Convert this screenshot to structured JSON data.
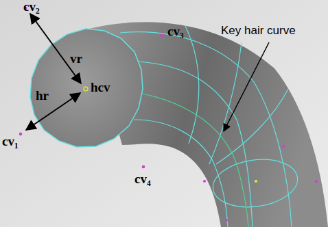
{
  "diagram": {
    "labels": [
      "cv₂",
      "vr",
      "hr",
      "hcv",
      "cv₃",
      "Key hair curve",
      "cv₁",
      "cv₄"
    ]
  }
}
